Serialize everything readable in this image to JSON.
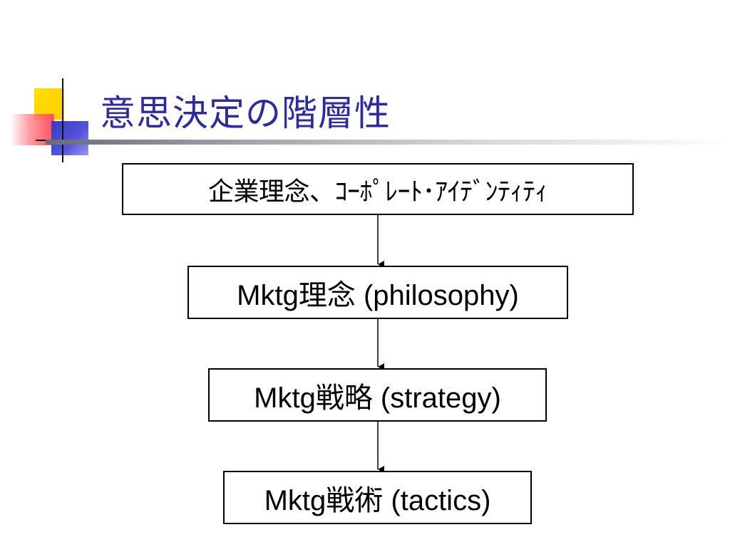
{
  "slide": {
    "title": "意思決定の階層性"
  },
  "flow": [
    {
      "label": "企業理念、ｺｰﾎﾟﾚｰﾄ･ｱｲﾃﾞﾝﾃｨﾃｨ"
    },
    {
      "label": "Mktg理念 (philosophy)"
    },
    {
      "label": "Mktg戦略 (strategy)"
    },
    {
      "label": "Mktg戦術 (tactics)"
    }
  ],
  "colors": {
    "title": "#2b2ba6",
    "box_border": "#000000",
    "arrow": "#000000",
    "deco_yellow": "#ffcc00",
    "deco_red": "#ff5060",
    "deco_blue": "#3a3ab8"
  }
}
